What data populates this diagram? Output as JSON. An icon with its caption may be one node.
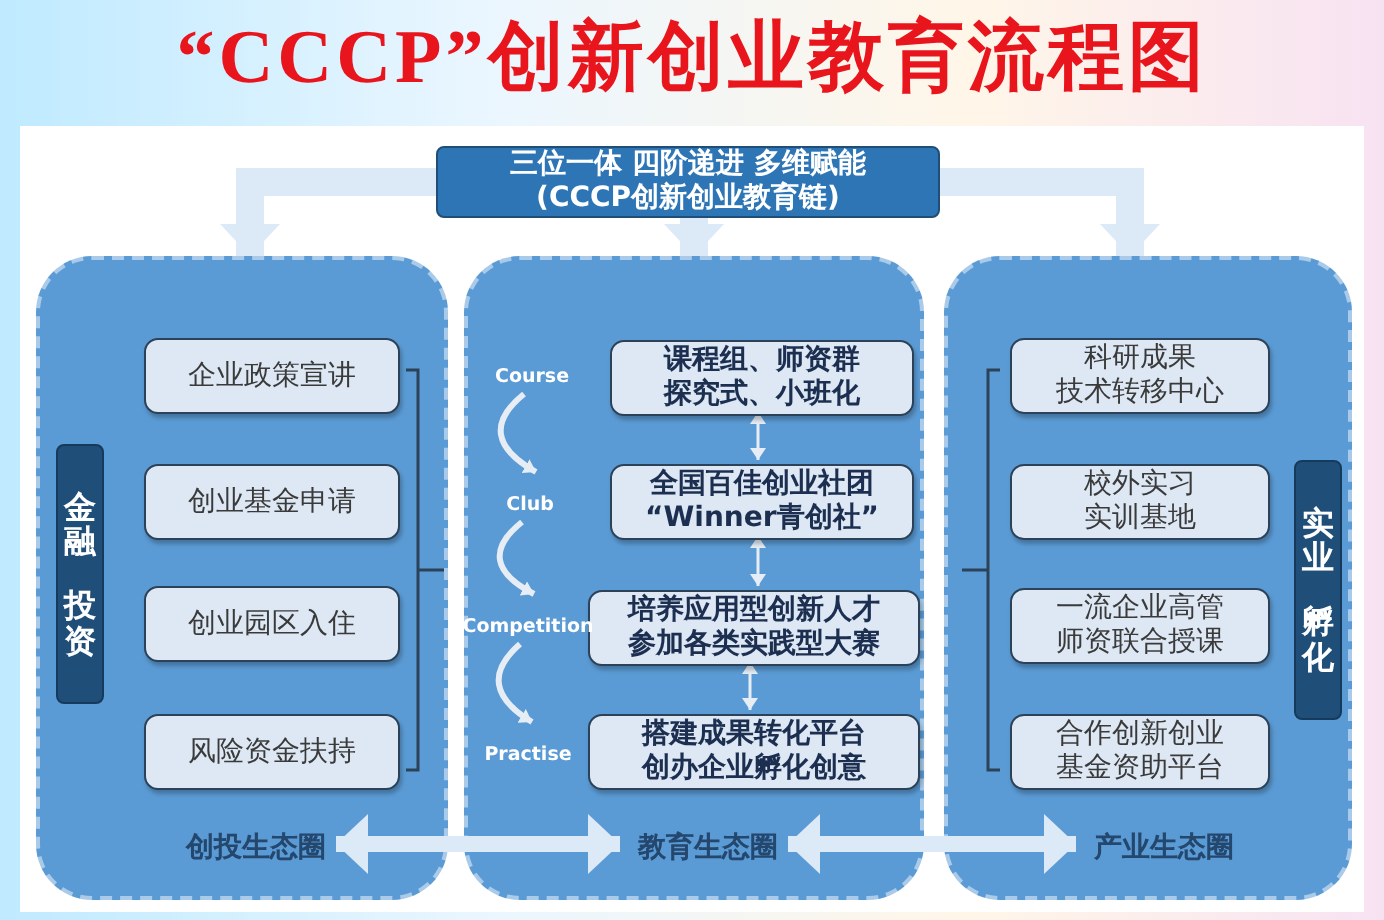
{
  "diagram": {
    "title": "“CCCP”创新创业教育流程图",
    "nodes": [
      {
        "text": [
          "三位一体 四阶递进 多维赋能",
          "(CCCP创新创业教育链)"
        ]
      },
      {
        "text": [],
        "shape": "box"
      },
      {
        "text": [],
        "shape": "box"
      },
      {
        "text": [],
        "shape": "box"
      },
      {
        "text": [
          "企业政策宣讲"
        ],
        "in": 1
      },
      {
        "text": [
          "创业基金申请"
        ],
        "in": 1
      },
      {
        "text": [
          "创业园区入住"
        ],
        "in": 1
      },
      {
        "text": [
          "风险资金扶持"
        ],
        "in": 1
      },
      {
        "text": [
          "金融",
          "投资"
        ],
        "in": 1
      },
      {
        "text": [
          "**创投**生态圈"
        ],
        "in": 1
      },
      {
        "text": [
          "课程组、师资群探究式、小班化"
        ],
        "in": 2
      },
      {
        "text": [
          "全国百佳创业社团“Winner青创社”"
        ],
        "in": 2
      },
      {
        "text": [
          "培养应用型创新人才参加各类实践型大赛"
        ],
        "in": 2
      },
      {
        "text": [
          "搭建成果转化平台创办企业孵化创意"
        ],
        "in": 2
      },
      {
        "text": [
          "Course"
        ],
        "in": 2
      },
      {
        "text": [
          "Club"
        ],
        "in": 2
      },
      {
        "text": [
          "Competition"
        ],
        "in": 2
      },
      {
        "text": [
          "Practise"
        ],
        "in": 2
      },
      {
        "text": [
          "**教育**生态圈"
        ],
        "in": 2
      },
      {
        "text": [
          "科研成果",
          "技术转移中心"
        ],
        "in": 3
      },
      {
        "text": [
          "校外实习实训基地"
        ],
        "in": 3
      },
      {
        "text": [
          "一流企业高管师资联合授课"
        ],
        "in": 3
      },
      {
        "text": [
          "合作创新创业基金资助平台"
        ],
        "in": 3
      },
      {
        "text": [
          "实业",
          "孵化"
        ],
        "in": 3
      },
      {
        "text": [
          "**产业**生态圈"
        ],
        "in": 3
      }
    ],
    "edges": [
      {
        "from": 0,
        "to": 1,
        "arrow": "to",
        "style": "thick",
        "color": "#dce9f6"
      },
      {
        "from": 0,
        "to": 2,
        "arrow": "to",
        "style": "thick",
        "color": "#dce9f6"
      },
      {
        "from": 0,
        "to": 3,
        "arrow": "to",
        "style": "thick",
        "color": "#dce9f6"
      },
      {
        "from": 10,
        "to": 11,
        "arrow": "both"
      },
      {
        "from": 11,
        "to": 12,
        "arrow": "both"
      },
      {
        "from": 12,
        "to": 13,
        "arrow": "both"
      },
      {
        "from": 14,
        "to": 15,
        "arrow": "to"
      },
      {
        "from": 15,
        "to": 16,
        "arrow": "to"
      },
      {
        "from": 16,
        "to": 17,
        "arrow": "to"
      },
      {
        "from": 9,
        "to": 18,
        "arrow": "both",
        "style": "thick",
        "color": "#dce9f6"
      },
      {
        "from": 18,
        "to": 24,
        "arrow": "both",
        "style": "thick",
        "color": "#dce9f6"
      }
    ]
  }
}
